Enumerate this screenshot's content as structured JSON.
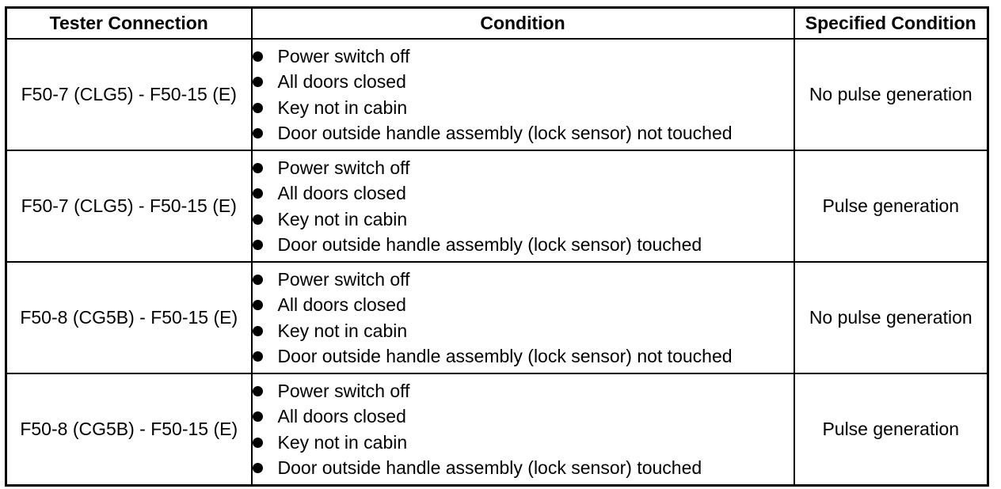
{
  "table": {
    "headers": {
      "tester_connection": "Tester Connection",
      "condition": "Condition",
      "specified_condition": "Specified Condition"
    },
    "rows": [
      {
        "tester_connection": "F50-7 (CLG5) - F50-15 (E)",
        "conditions": [
          "Power switch off",
          "All doors closed",
          "Key not in cabin",
          "Door outside handle assembly (lock sensor) not touched"
        ],
        "specified_condition": "No pulse generation"
      },
      {
        "tester_connection": "F50-7 (CLG5) - F50-15 (E)",
        "conditions": [
          "Power switch off",
          "All doors closed",
          "Key not in cabin",
          "Door outside handle assembly (lock sensor) touched"
        ],
        "specified_condition": "Pulse generation"
      },
      {
        "tester_connection": "F50-8 (CG5B) - F50-15 (E)",
        "conditions": [
          "Power switch off",
          "All doors closed",
          "Key not in cabin",
          "Door outside handle assembly (lock sensor) not touched"
        ],
        "specified_condition": "No pulse generation"
      },
      {
        "tester_connection": "F50-8 (CG5B) - F50-15 (E)",
        "conditions": [
          "Power switch off",
          "All doors closed",
          "Key not in cabin",
          "Door outside handle assembly (lock sensor) touched"
        ],
        "specified_condition": "Pulse generation"
      }
    ]
  }
}
